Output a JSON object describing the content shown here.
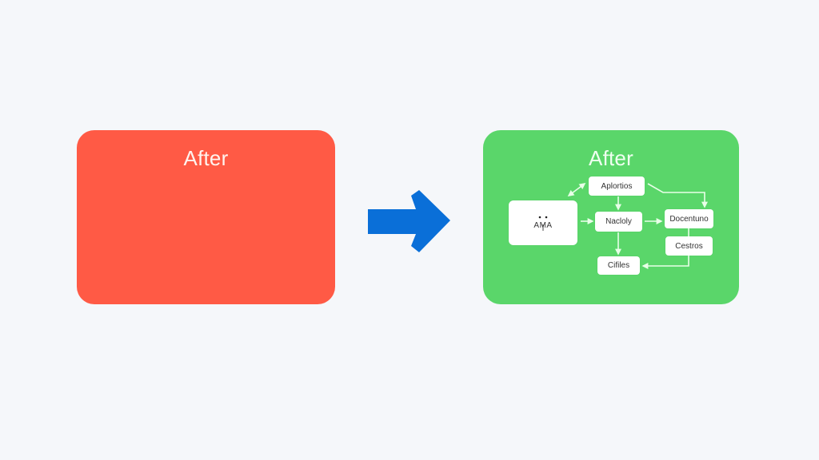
{
  "colors": {
    "background": "#F5F7FA",
    "before_panel": "#FF5A45",
    "after_panel": "#5AD66A",
    "arrow": "#0A6FD8",
    "node_fill": "#FFFFFF",
    "connector": "#E8FFE8"
  },
  "left_panel": {
    "title": "After"
  },
  "transition_arrow": {
    "icon": "right-arrow-icon"
  },
  "right_panel": {
    "title": "After",
    "diagram": {
      "main_node": {
        "label": "AMA",
        "icon": "face-icon"
      },
      "nodes": [
        {
          "id": "aplortios",
          "label": "Aplortios"
        },
        {
          "id": "nacloly",
          "label": "Nacloly"
        },
        {
          "id": "cifiles",
          "label": "Cifiles"
        },
        {
          "id": "docentuno",
          "label": "Docentuno"
        },
        {
          "id": "cestros",
          "label": "Cestros"
        }
      ],
      "edges": [
        {
          "from": "main",
          "to": "aplortios",
          "type": "bidirectional"
        },
        {
          "from": "main",
          "to": "nacloly",
          "type": "arrow"
        },
        {
          "from": "aplortios",
          "to": "nacloly",
          "type": "arrow"
        },
        {
          "from": "aplortios",
          "to": "docentuno",
          "type": "arrow"
        },
        {
          "from": "nacloly",
          "to": "docentuno",
          "type": "arrow"
        },
        {
          "from": "nacloly",
          "to": "cifiles",
          "type": "arrow"
        },
        {
          "from": "docentuno",
          "to": "cestros",
          "type": "line"
        },
        {
          "from": "cestros",
          "to": "cifiles",
          "type": "arrow"
        }
      ]
    }
  }
}
